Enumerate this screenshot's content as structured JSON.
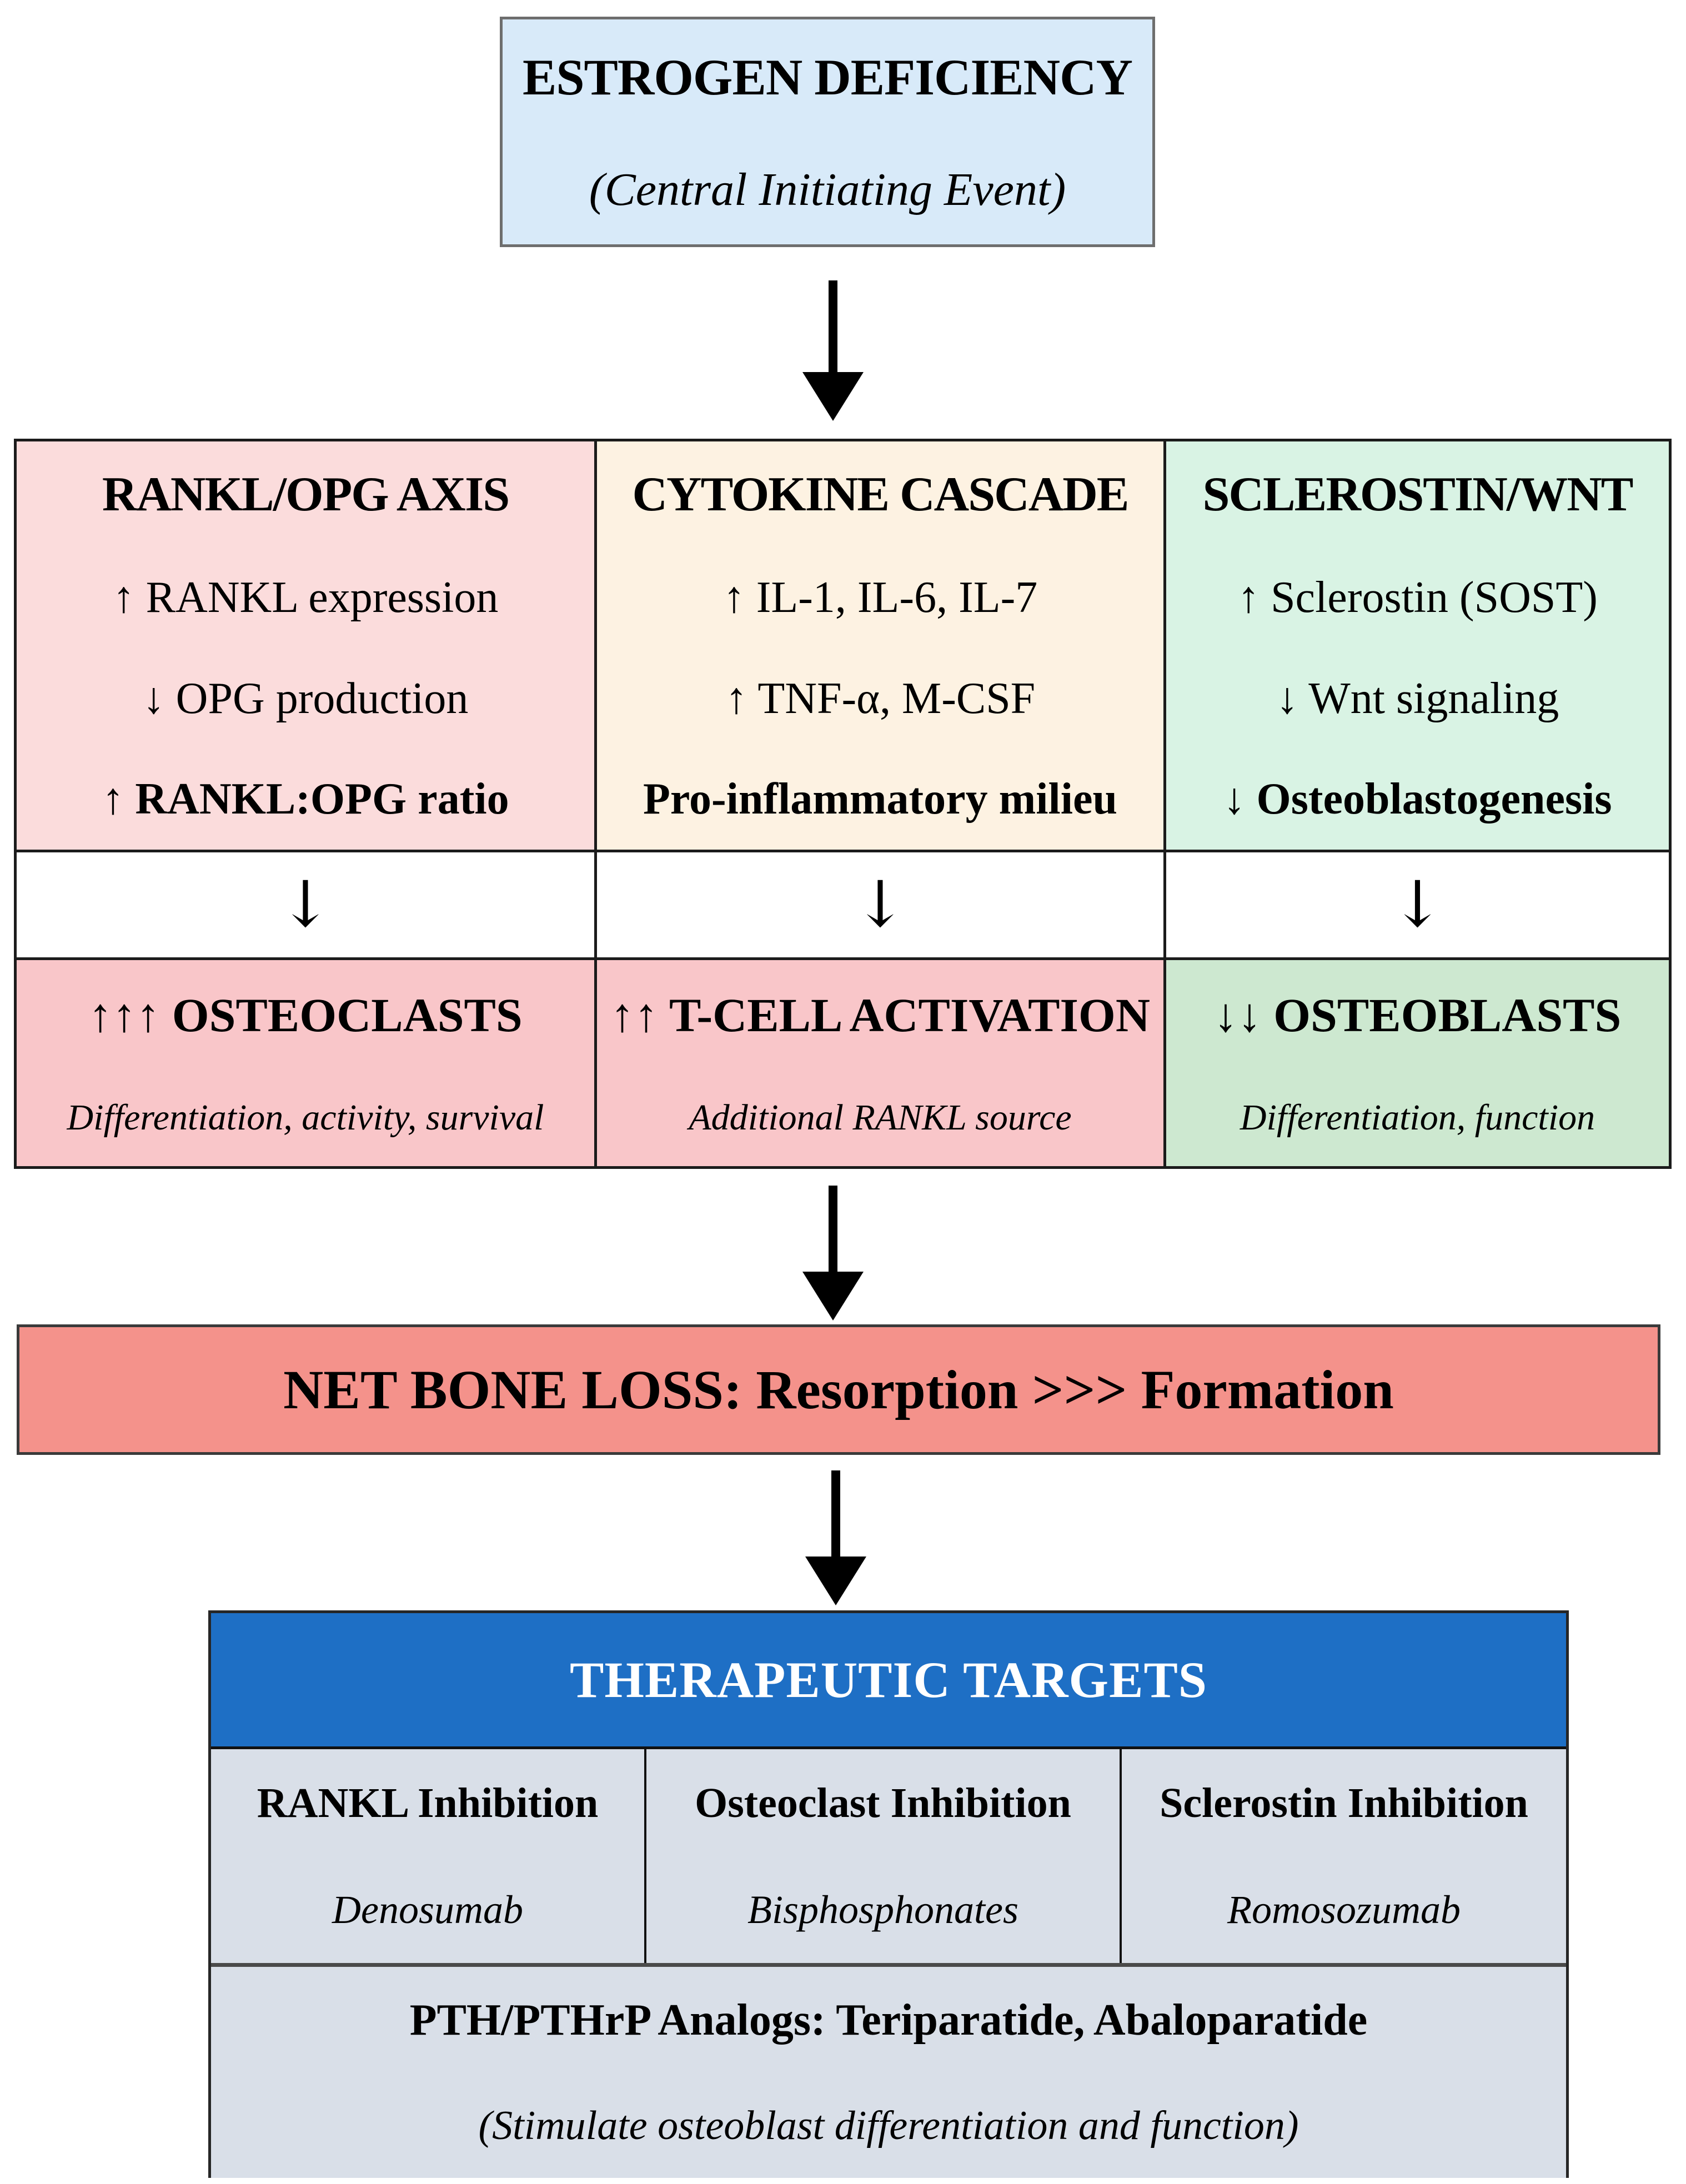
{
  "header": {
    "title": "ESTROGEN DEFICIENCY",
    "subtitle": "(Central Initiating Event)"
  },
  "pathways": {
    "columns": [
      {
        "title": "RANKL/OPG AXIS",
        "line1": "↑ RANKL expression",
        "line2": "↓ OPG production",
        "emphasis": "↑ RANKL:OPG ratio",
        "connector": "↓",
        "result_title": "↑↑↑ OSTEOCLASTS",
        "result_note": "Differentiation, activity, survival"
      },
      {
        "title": "CYTOKINE CASCADE",
        "line1": "↑ IL-1, IL-6, IL-7",
        "line2": "↑ TNF-α, M-CSF",
        "emphasis": "Pro-inflammatory milieu",
        "connector": "↓",
        "result_title": "↑↑ T-CELL ACTIVATION",
        "result_note": "Additional RANKL source"
      },
      {
        "title": "SCLEROSTIN/WNT",
        "line1": "↑ Sclerostin (SOST)",
        "line2": "↓ Wnt signaling",
        "emphasis": "↓ Osteoblastogenesis",
        "connector": "↓",
        "result_title": "↓↓ OSTEOBLASTS",
        "result_note": "Differentiation, function"
      }
    ]
  },
  "net_loss": {
    "label": "NET BONE LOSS: Resorption >>> Formation"
  },
  "therapeutics": {
    "title": "THERAPEUTIC TARGETS",
    "columns": [
      {
        "target": "RANKL Inhibition",
        "drug": "Denosumab"
      },
      {
        "target": "Osteoclast Inhibition",
        "drug": "Bisphosphonates"
      },
      {
        "target": "Sclerostin Inhibition",
        "drug": "Romosozumab"
      }
    ],
    "anabolic": {
      "title": "PTH/PTHrP Analogs: Teriparatide, Abaloparatide",
      "note": "(Stimulate osteoblast differentiation and function)"
    }
  },
  "colors": {
    "top_box_bg": "#d8eaf9",
    "rankl_axis_bg": "#fbdcdc",
    "cytokine_bg": "#fdf2e2",
    "sclerostin_bg": "#d9f3e4",
    "osteoclasts_bg": "#f9c6c9",
    "tcell_bg": "#f9c6c9",
    "osteoblasts_bg": "#cde8d0",
    "net_loss_bg": "#f4928b",
    "therapeutic_header_bg": "#1e6fc5",
    "therapeutic_cell_bg": "#d9dfe8"
  }
}
